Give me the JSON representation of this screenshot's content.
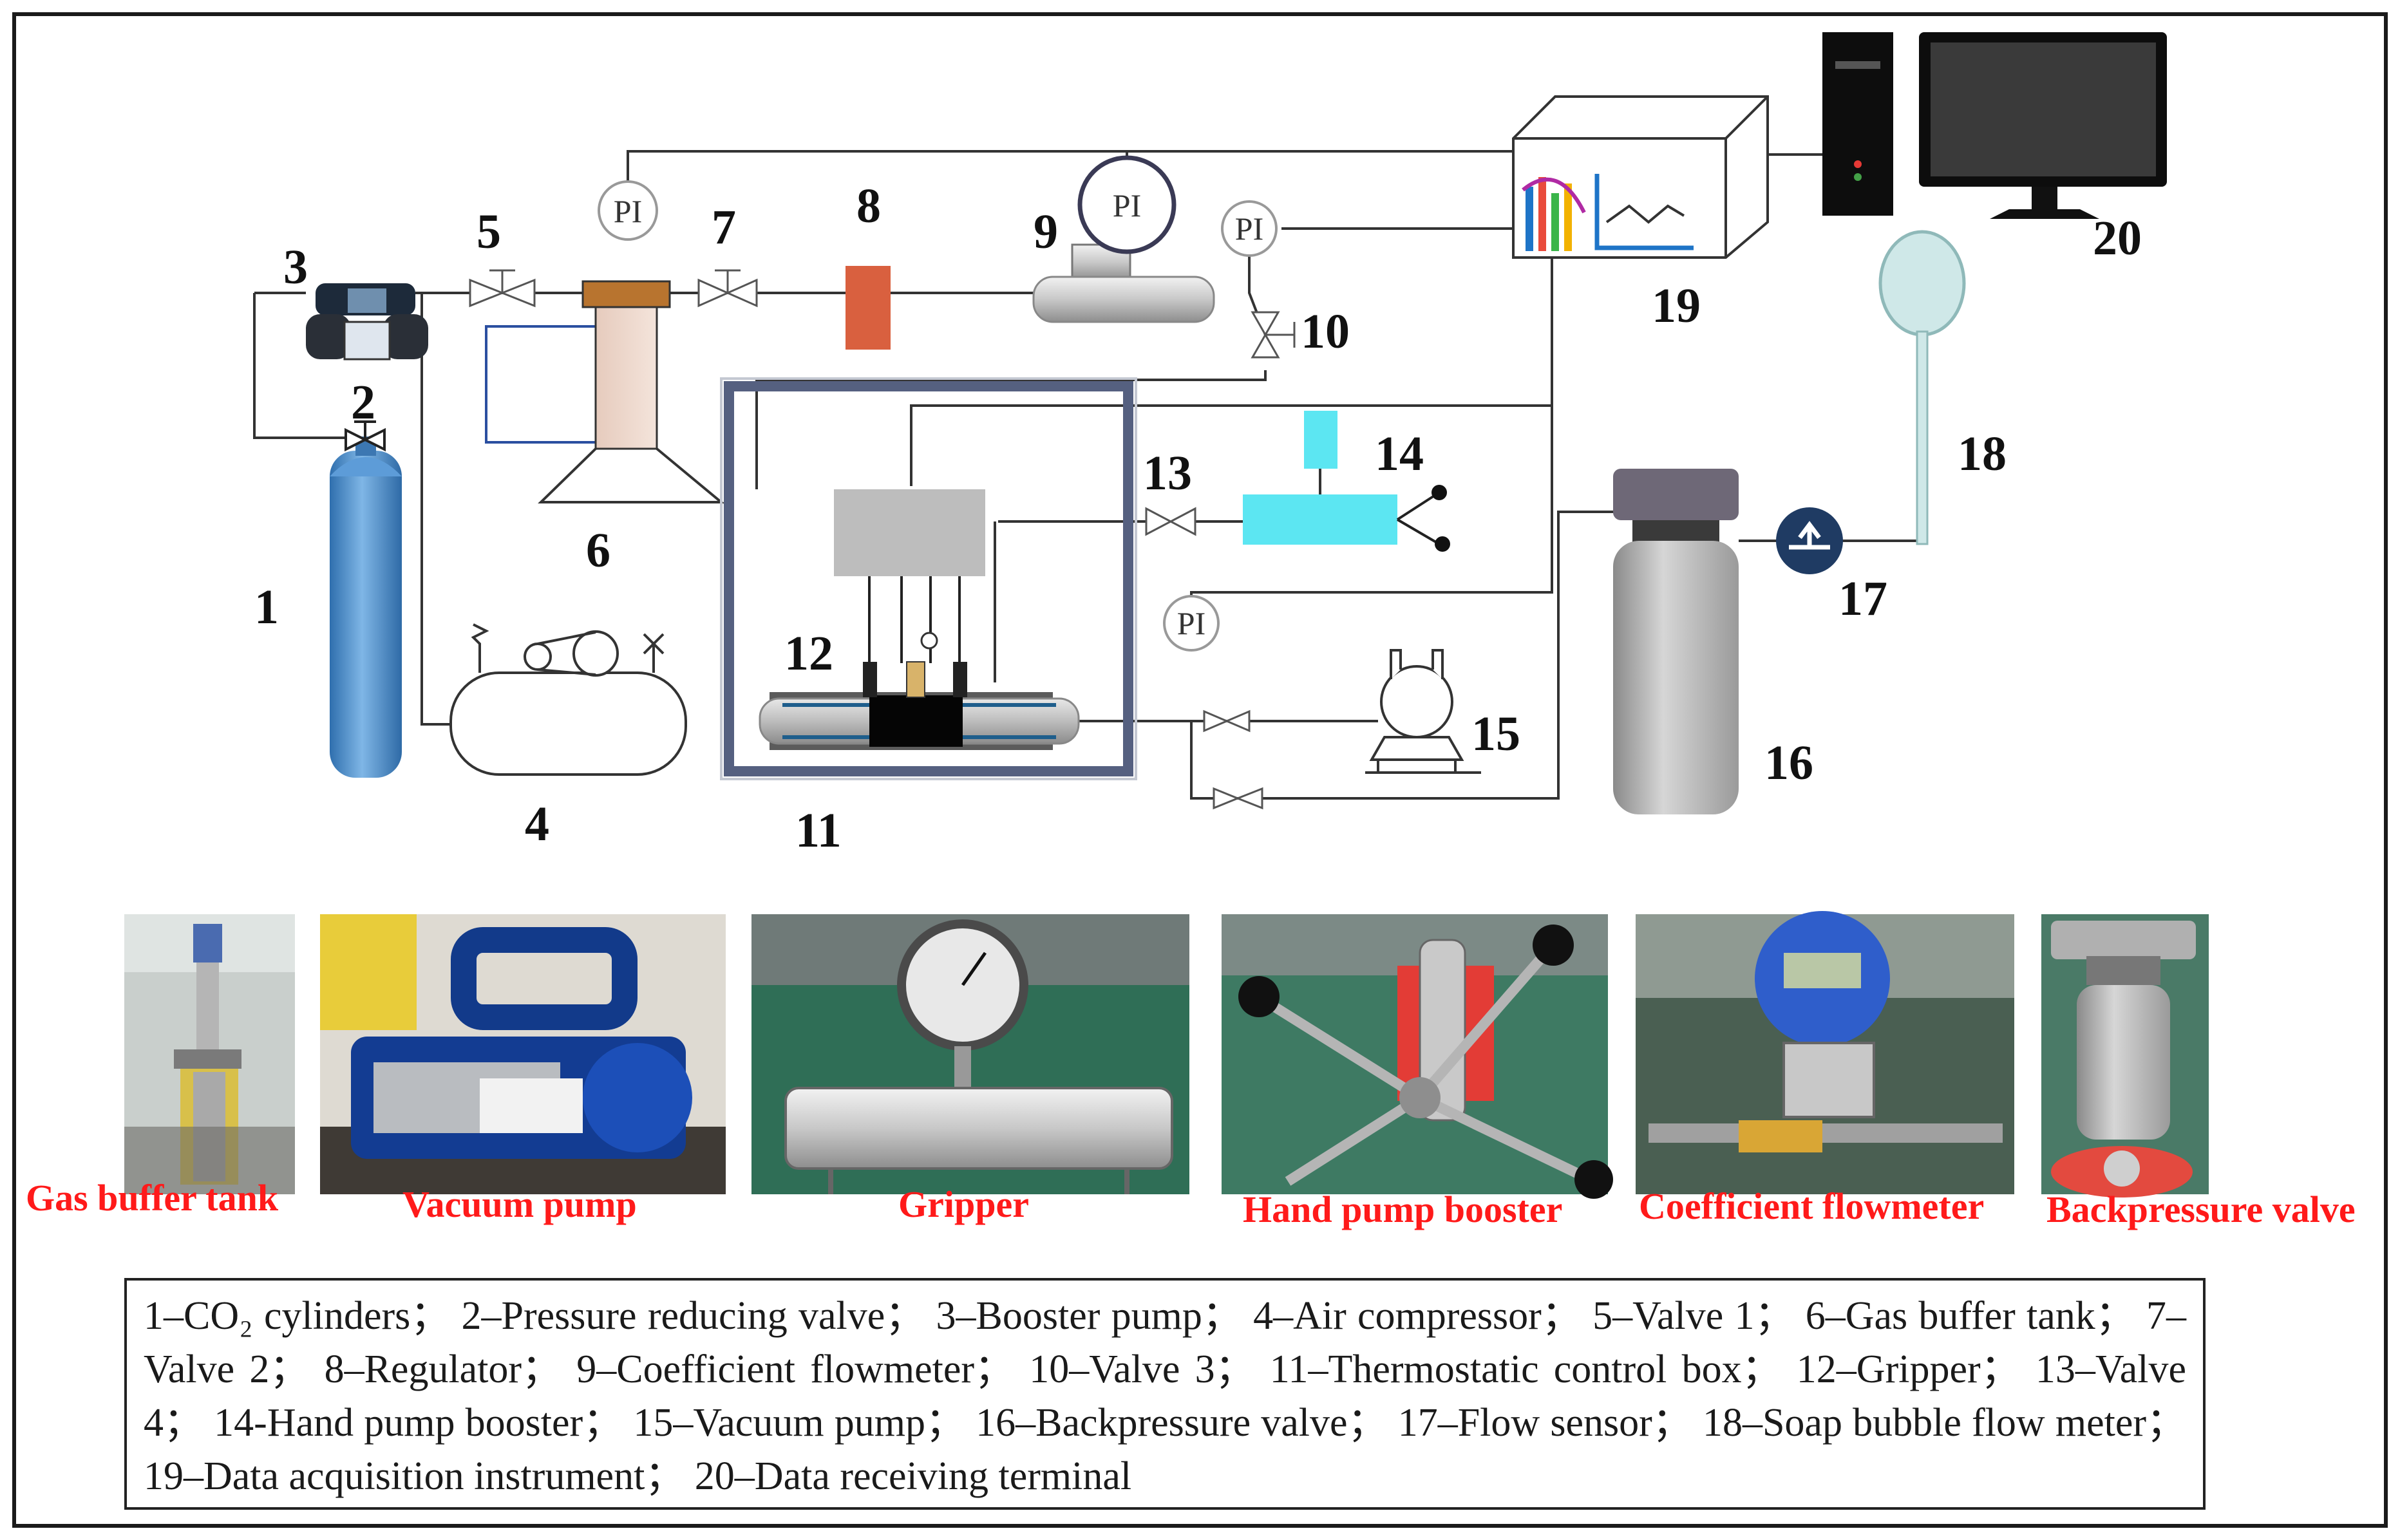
{
  "labels": {
    "n1": "1",
    "n2": "2",
    "n3": "3",
    "n4": "4",
    "n5": "5",
    "n6": "6",
    "n7": "7",
    "n8": "8",
    "n9": "9",
    "n10": "10",
    "n11": "11",
    "n12": "12",
    "n13": "13",
    "n14": "14",
    "n15": "15",
    "n16": "16",
    "n17": "17",
    "n18": "18",
    "n19": "19",
    "n20": "20"
  },
  "pi_gauges": [
    "PI",
    "PI",
    "PI",
    "PI"
  ],
  "photos": [
    {
      "label": "Gas buffer tank"
    },
    {
      "label": "Vacuum pump"
    },
    {
      "label": "Gripper"
    },
    {
      "label": "Hand pump booster"
    },
    {
      "label": "Coefficient flowmeter"
    },
    {
      "label": "Backpressure valve"
    }
  ],
  "legend": "1–CO₂ cylinders； 2–Pressure reducing valve； 3–Booster pump； 4–Air compressor； 5–Valve 1； 6–Gas buffer tank； 7–Valve 2； 8–Regulator； 9–Coefficient flowmeter； 10–Valve 3； 11–Thermostatic control box； 12–Gripper； 13–Valve 4； 14-Hand pump booster； 15–Vacuum pump； 16–Backpressure valve； 17–Flow sensor； 18–Soap bubble flow meter； 19–Data acquisition instrument； 20–Data receiving terminal",
  "colors": {
    "cylinder": "#4f95d4",
    "regulator": "#d9603f",
    "hand_pump": "#5ce6f2",
    "box_frame": "#556080",
    "photo_label": "#ff1a1a",
    "flow_sensor": "#1f3b63"
  }
}
